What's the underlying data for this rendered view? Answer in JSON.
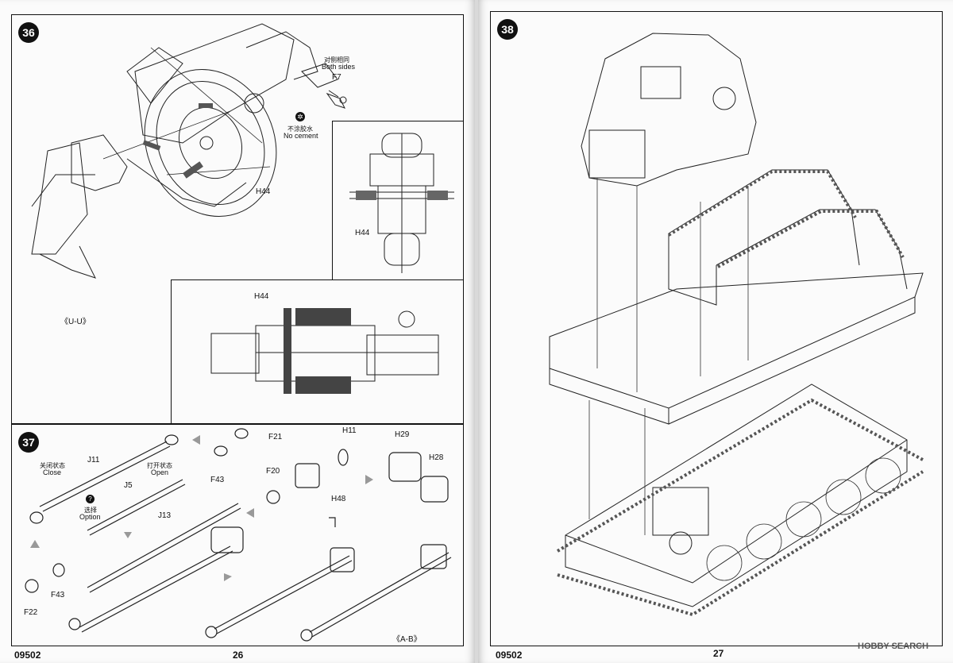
{
  "left_page": {
    "step36": {
      "number": "36",
      "note_both_sides_cn": "对侧相同",
      "note_both_sides": "Both sides",
      "part_f7": "F7",
      "note_no_cement_cn": "不涂胶水",
      "note_no_cement": "No cement",
      "part_h44_a": "H44",
      "part_h44_b": "H44",
      "part_h44_c": "H44",
      "view_uu": "《U-U》"
    },
    "step37": {
      "number": "37",
      "close_cn": "关闭状态",
      "close": "Close",
      "open_cn": "打开状态",
      "open": "Open",
      "option_cn": "选择",
      "option": "Option",
      "part_j11": "J11",
      "part_j5": "J5",
      "part_j13": "J13",
      "part_f21": "F21",
      "part_f43_a": "F43",
      "part_f43_b": "F43",
      "part_f20": "F20",
      "part_h11": "H11",
      "part_h29": "H29",
      "part_h28": "H28",
      "part_h48": "H48",
      "part_f22": "F22",
      "view_ab": "《A-B》"
    },
    "footer_code": "09502",
    "page_number": "26"
  },
  "right_page": {
    "step38": {
      "number": "38"
    },
    "footer_code": "09502",
    "page_number": "27",
    "watermark": "HOBBY SEARCH"
  }
}
